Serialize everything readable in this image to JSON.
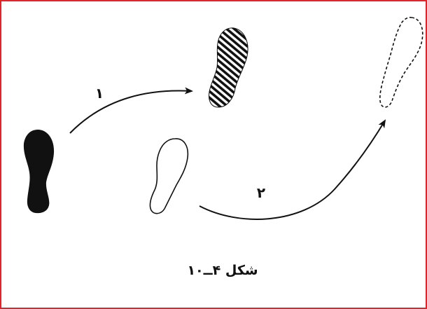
{
  "figure": {
    "caption": "شکل ۴ــ۱۰",
    "arrow_1_label": "۱",
    "arrow_2_label": "۲",
    "shapes": [
      {
        "name": "solid-footprint",
        "style": "solid-fill"
      },
      {
        "name": "hatched-footprint",
        "style": "diagonal-hatch"
      },
      {
        "name": "outline-footprint",
        "style": "solid-outline"
      },
      {
        "name": "dashed-footprint",
        "style": "dashed-outline"
      }
    ],
    "colors": {
      "frame_border": "#e0242a",
      "ink": "#111111",
      "background": "#ffffff"
    }
  }
}
